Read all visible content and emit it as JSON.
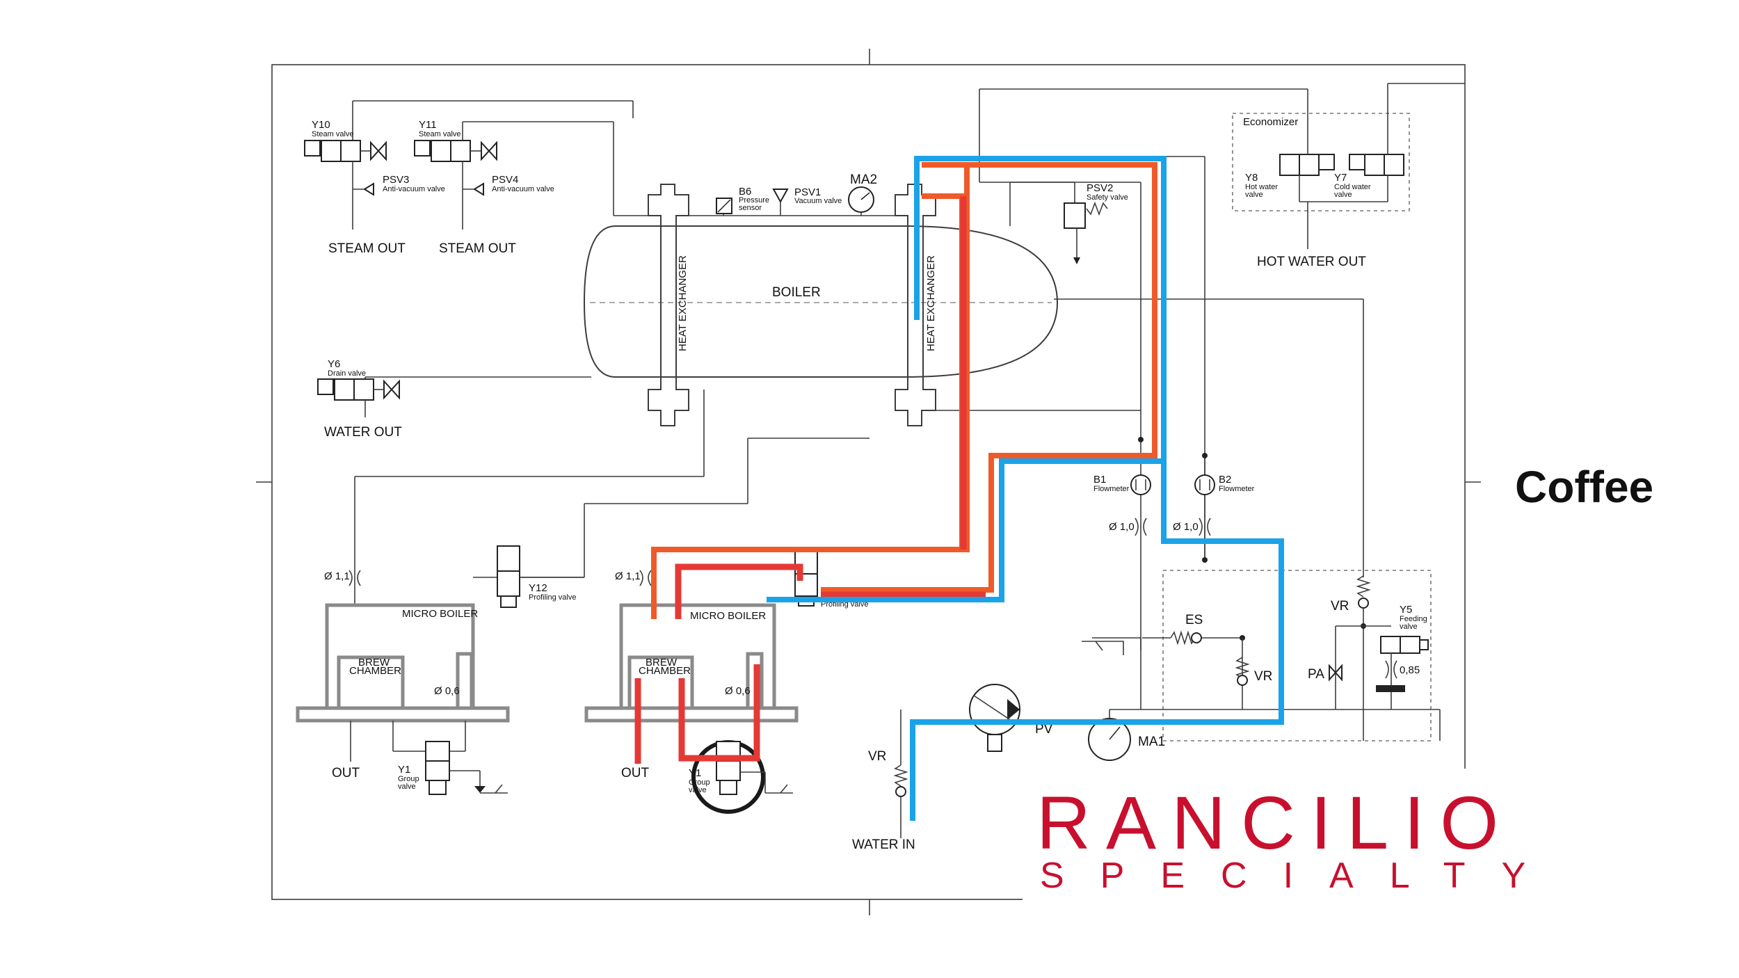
{
  "heading": "Coffee",
  "logo": {
    "brand": "RANCILIO",
    "tagline": "SPECIALTY",
    "color": "#c8102e"
  },
  "colors": {
    "hot_water": "#e53935",
    "warm_line": "#ef5a2a",
    "cold_water": "#1aa3e8",
    "lines": "#3c3c3c"
  },
  "boiler": {
    "label": "BOILER",
    "heat_exchanger_left": "HEAT EXCHANGER",
    "heat_exchanger_right": "HEAT EXCHANGER"
  },
  "valves": {
    "y10": {
      "id": "Y10",
      "desc": "Steam valve"
    },
    "y11": {
      "id": "Y11",
      "desc": "Steam valve"
    },
    "psv3": {
      "id": "PSV3",
      "desc": "Anti-vacuum valve"
    },
    "psv4": {
      "id": "PSV4",
      "desc": "Anti-vacuum valve"
    },
    "y6": {
      "id": "Y6",
      "desc": "Drain valve"
    },
    "b6": {
      "id": "B6",
      "desc1": "Pressure",
      "desc2": "sensor"
    },
    "psv1": {
      "id": "PSV1",
      "desc": "Vacuum valve"
    },
    "ma2": {
      "id": "MA2"
    },
    "psv2": {
      "id": "PSV2",
      "desc": "Safety valve"
    },
    "y8": {
      "id": "Y8",
      "desc1": "Hot water",
      "desc2": "valve"
    },
    "y7": {
      "id": "Y7",
      "desc1": "Cold water",
      "desc2": "valve"
    },
    "b1": {
      "id": "B1",
      "desc": "Flowmeter"
    },
    "b2": {
      "id": "B2",
      "desc": "Flowmeter"
    },
    "y12a": {
      "id": "Y12",
      "desc": "Profiling valve"
    },
    "y12b": {
      "id": "Y12",
      "desc": "Profiling valve"
    },
    "y1a": {
      "id": "Y1",
      "desc1": "Group",
      "desc2": "valve"
    },
    "y1b": {
      "id": "Y1",
      "desc1": "Group",
      "desc2": "valve"
    },
    "y5": {
      "id": "Y5",
      "desc1": "Feeding",
      "desc2": "valve"
    }
  },
  "outputs": {
    "steam_out_1": "STEAM OUT",
    "steam_out_2": "STEAM OUT",
    "water_out": "WATER OUT",
    "hot_water_out": "HOT WATER OUT",
    "water_in": "WATER IN",
    "out_1": "OUT",
    "out_2": "OUT"
  },
  "economizer": "Economizer",
  "groups": {
    "left": {
      "micro_boiler": "MICRO BOILER",
      "brew1": "BREW",
      "brew2": "CHAMBER",
      "orifice_top": "Ø 1,1",
      "orifice_side": "Ø 0,6"
    },
    "right": {
      "micro_boiler": "MICRO BOILER",
      "brew1": "BREW",
      "brew2": "CHAMBER",
      "orifice_top": "Ø 1,1",
      "orifice_side": "Ø 0,6"
    }
  },
  "orifices": {
    "b1": "Ø 1,0",
    "b2": "Ø 1,0",
    "feed": "0,85"
  },
  "pump": {
    "es": "ES",
    "vr_top": "VR",
    "vr_mid": "VR",
    "vr_in": "VR",
    "pa": "PA",
    "pv": "PV",
    "ma1": "MA1"
  }
}
